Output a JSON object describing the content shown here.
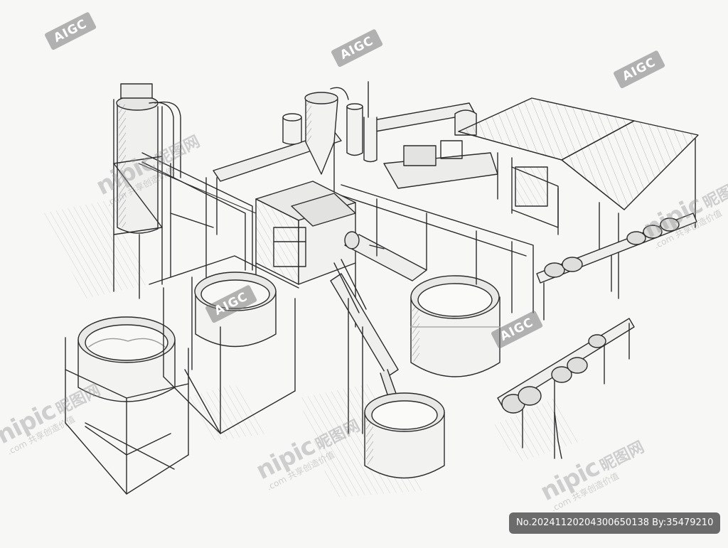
{
  "watermarks": {
    "aigc_text": "AIGC",
    "nipic_brand": "nipic",
    "nipic_cn": "昵图网",
    "nipic_sub": ".com 共享创造价值"
  },
  "image_id_badge": "No.20241120204300650138 By:35479210",
  "palette": {
    "paper": "#f7f7f6",
    "ink": "#2b2b2b",
    "shade": "#8a8a8a",
    "badge": "#6b6b6b"
  }
}
